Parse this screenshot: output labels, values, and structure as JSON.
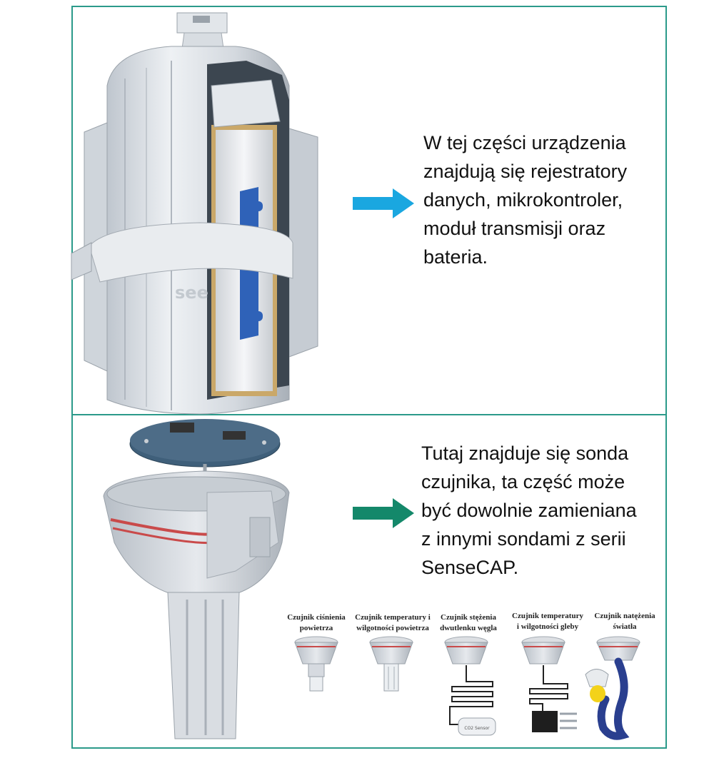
{
  "captions": {
    "top": "W tej części urządzenia\nznajdują się rejestratory\ndanych, mikrokontroler,\nmoduł transmisji oraz\nbateria.",
    "bottom": "Tutaj znajduje się sonda\nczujnika, ta część może\nbyć dowolnie zamieniana\nz innymi sondami z serii\nSenseCAP."
  },
  "probes": [
    {
      "label": "Czujnik ciśnienia\npowietrza"
    },
    {
      "label": "Czujnik temperatury i\nwilgotności powietrza"
    },
    {
      "label": "Czujnik stężenia\ndwutlenku węgla"
    },
    {
      "label": "Czujnik temperatury\ni wilgotności gleby"
    },
    {
      "label": "Czujnik natężenia\nświatła"
    }
  ],
  "device_logo": "see",
  "co2_sensor_text": "CO2 Sensor",
  "colors": {
    "border": "#2b9a8a",
    "arrow_top": "#1aa7e0",
    "arrow_bottom": "#14886a",
    "battery_blue": "#2f62b8",
    "board_blue": "#3f5f7a",
    "seal_red": "#c94a4a",
    "cable_blue": "#2a3f8f",
    "bulb_yellow": "#f3d21a"
  }
}
